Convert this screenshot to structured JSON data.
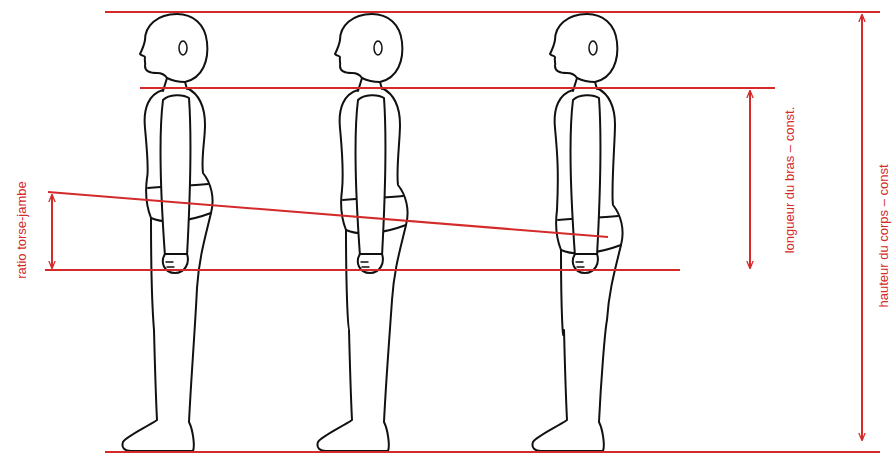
{
  "diagram": {
    "labels": [
      "ratio torse-jambe",
      "longueur du bras – const.",
      "hauteur du corps – const"
    ]
  }
}
